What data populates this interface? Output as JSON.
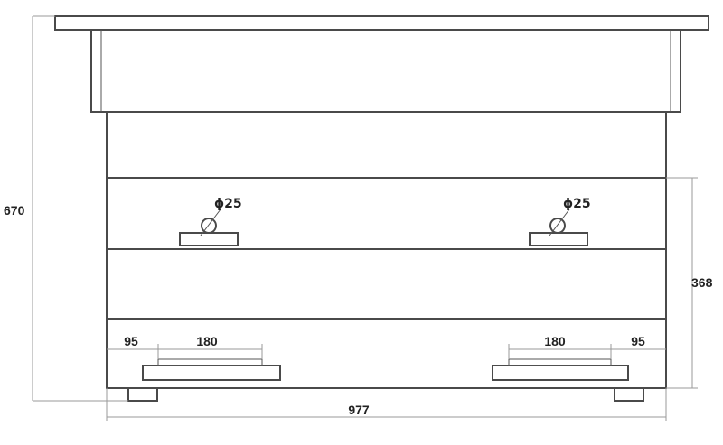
{
  "drawing": {
    "overall_height": "670",
    "overall_width": "977",
    "section_height": "368",
    "hole_left": "ϕ25",
    "hole_right": "ϕ25",
    "left_offset": "95",
    "left_length": "180",
    "right_length": "180",
    "right_offset": "95"
  }
}
